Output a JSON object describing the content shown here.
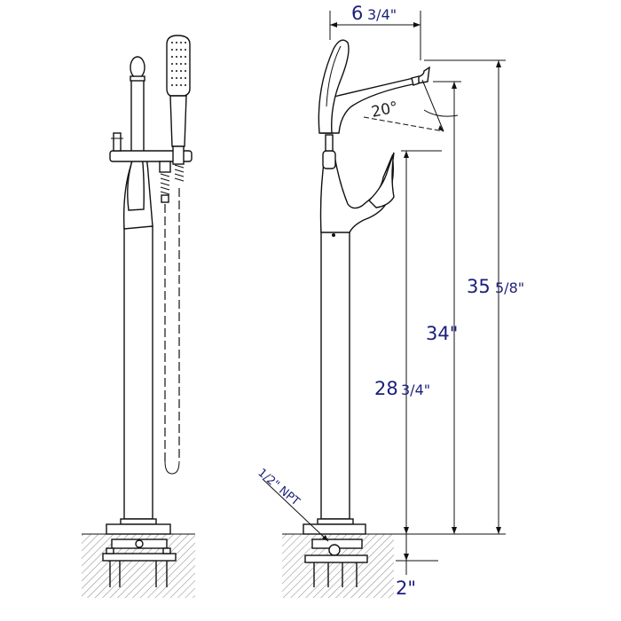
{
  "dimensions": {
    "width_top": {
      "main": "6",
      "fraction": "3/4\""
    },
    "spout_angle": "20°",
    "overall_height": {
      "main": "35",
      "fraction": "5/8\""
    },
    "spout_height": {
      "main": "34\""
    },
    "handle_height": {
      "main": "28",
      "fraction": "3/4\""
    },
    "below_floor": {
      "main": "2\""
    },
    "connection": "1/2\" NPT"
  },
  "colors": {
    "dimension_text": "#1b1f7a",
    "line": "#111111",
    "ground_hatch": "#888888"
  }
}
